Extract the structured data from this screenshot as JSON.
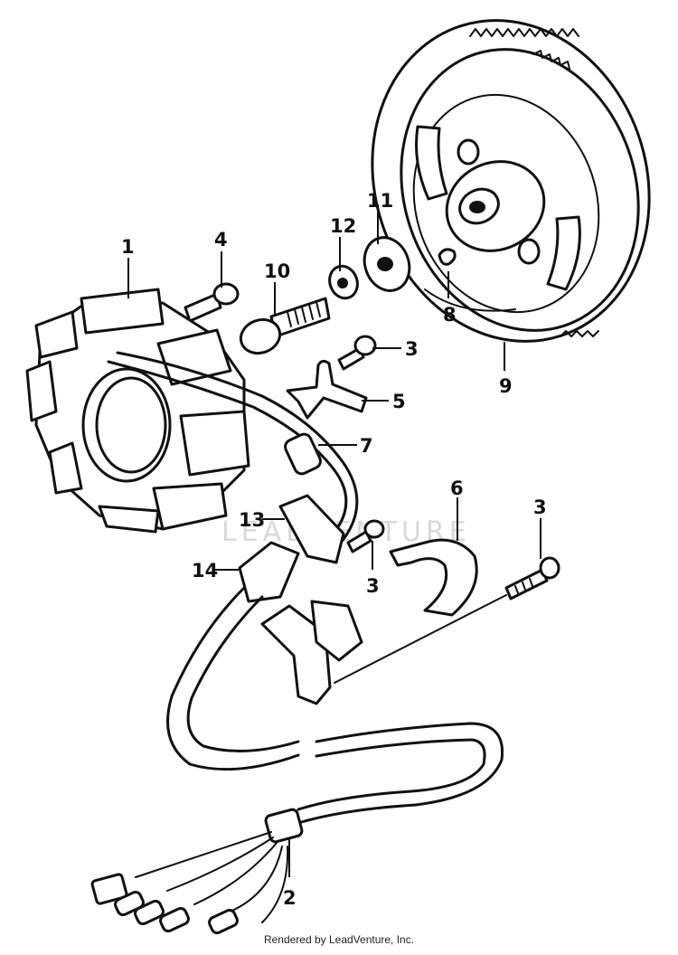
{
  "diagram": {
    "callouts": [
      {
        "id": "part-1",
        "text": "1"
      },
      {
        "id": "part-2",
        "text": "2"
      },
      {
        "id": "part-3a",
        "text": "3"
      },
      {
        "id": "part-3b",
        "text": "3"
      },
      {
        "id": "part-3c",
        "text": "3"
      },
      {
        "id": "part-4",
        "text": "4"
      },
      {
        "id": "part-5",
        "text": "5"
      },
      {
        "id": "part-6",
        "text": "6"
      },
      {
        "id": "part-7",
        "text": "7"
      },
      {
        "id": "part-8",
        "text": "8"
      },
      {
        "id": "part-9",
        "text": "9"
      },
      {
        "id": "part-10",
        "text": "10"
      },
      {
        "id": "part-11",
        "text": "11"
      },
      {
        "id": "part-12",
        "text": "12"
      },
      {
        "id": "part-13",
        "text": "13"
      },
      {
        "id": "part-14",
        "text": "14"
      }
    ],
    "watermark": "LEADVENTURE"
  },
  "footer": {
    "credit": "Rendered by LeadVenture, Inc."
  }
}
